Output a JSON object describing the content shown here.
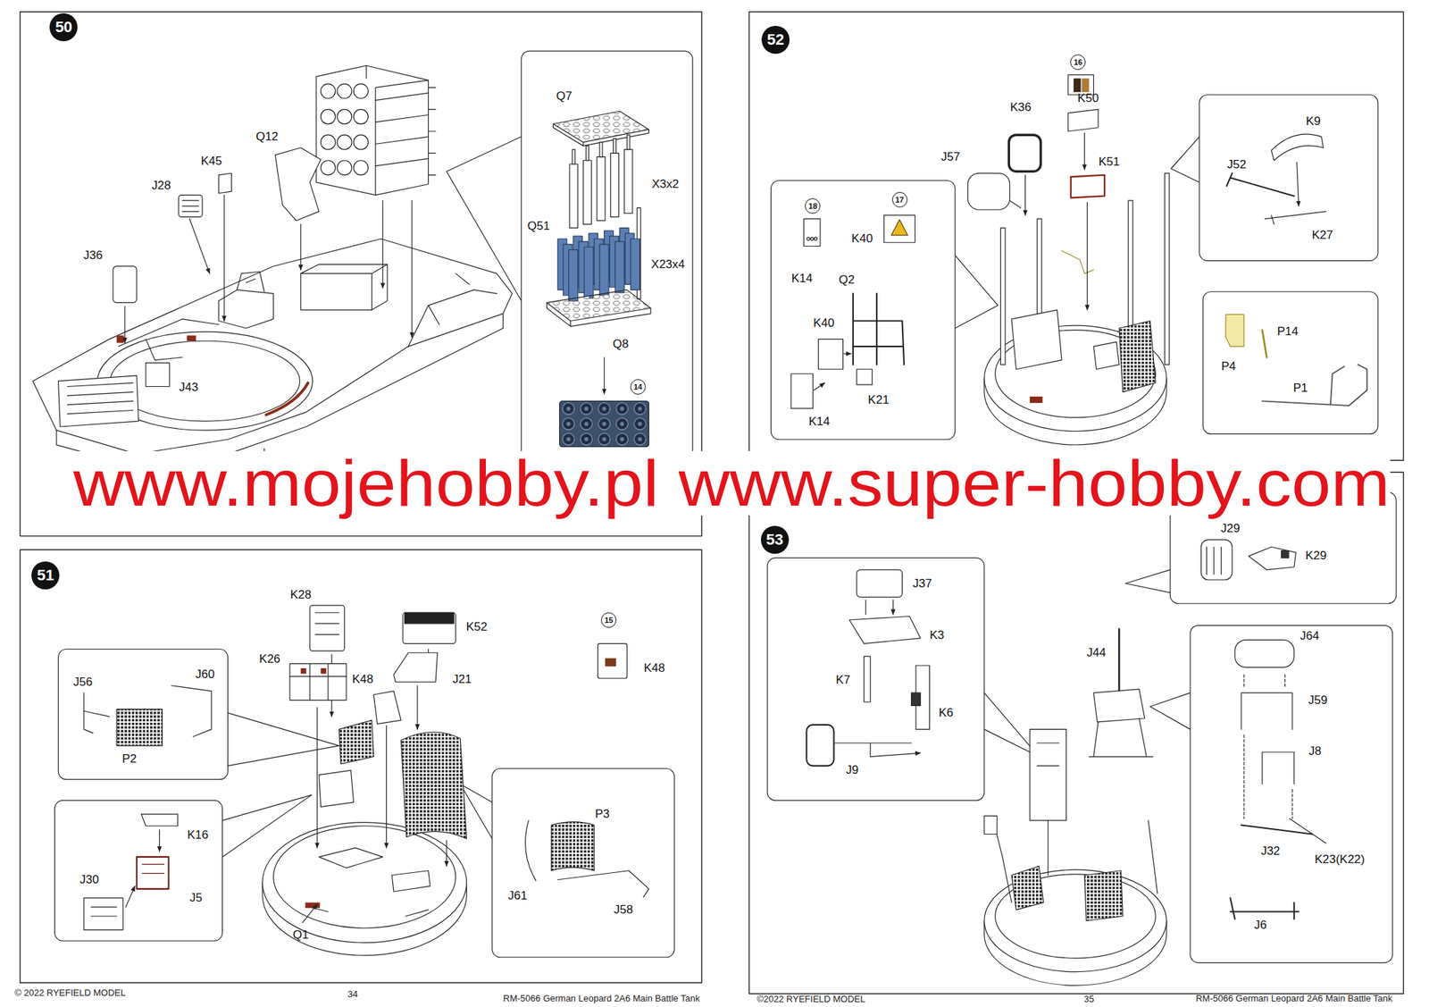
{
  "diagram": {
    "nodes": [
      {
        "text": [
          "50"
        ]
      },
      {
        "text": [
          "51"
        ]
      },
      {
        "text": [
          "52"
        ]
      },
      {
        "text": [
          "53"
        ]
      }
    ],
    "labels": [
      "Q12",
      "K45",
      "J28",
      "J36",
      "J43",
      "Q7",
      "X3x2",
      "Q51",
      "X23x4",
      "Q8",
      "14",
      "K28",
      "K52",
      "K26",
      "K48",
      "J21",
      "15",
      "K48",
      "J56",
      "J60",
      "P2",
      "K16",
      "J30",
      "J5",
      "P3",
      "J61",
      "J58",
      "Q1",
      "16",
      "K50",
      "K36",
      "J57",
      "K51",
      "K9",
      "J52",
      "K27",
      "18",
      "17",
      "K40",
      "K14",
      "Q2",
      "K40",
      "K21",
      "K14",
      "P14",
      "P4",
      "P1",
      "J29",
      "K29",
      "J37",
      "K3",
      "J64",
      "J44",
      "K7",
      "J59",
      "K6",
      "J8",
      "J9",
      "J32",
      "K23(K22)",
      "J6",
      "www.mojehobby.pl www.super-hobby.com",
      "© 2022 RYEFIELD MODEL",
      "34",
      "RM-5066 German Leopard 2A6 Main Battle Tank",
      "©2022 RYEFIELD MODEL",
      "35",
      "RM-5066 German Leopard 2A6 Main Battle Tank"
    ]
  }
}
